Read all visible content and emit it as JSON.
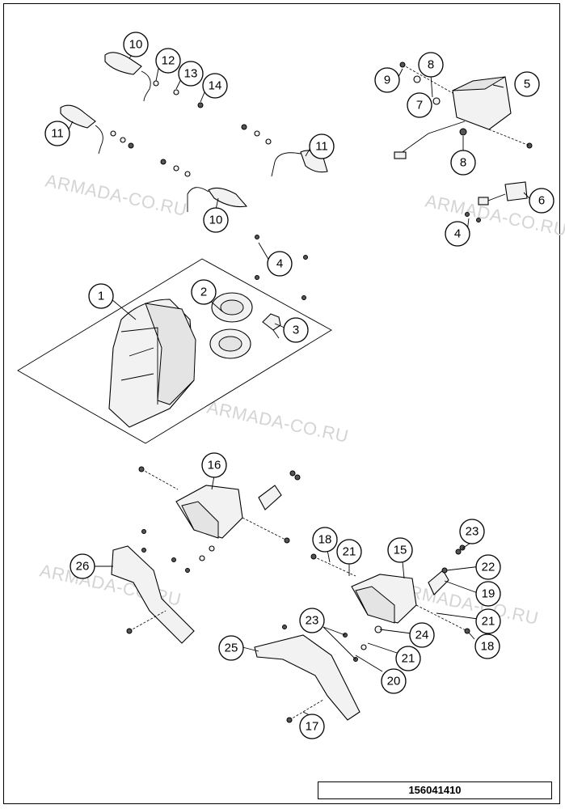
{
  "diagram_code": "156041410",
  "watermark": "ARMADA-CO.RU",
  "callouts": [
    "1",
    "2",
    "3",
    "4",
    "4",
    "5",
    "6",
    "7",
    "8",
    "8",
    "9",
    "10",
    "10",
    "11",
    "11",
    "12",
    "13",
    "14",
    "15",
    "16",
    "17",
    "18",
    "18",
    "19",
    "20",
    "21",
    "21",
    "21",
    "22",
    "23",
    "23",
    "24",
    "25",
    "26"
  ]
}
